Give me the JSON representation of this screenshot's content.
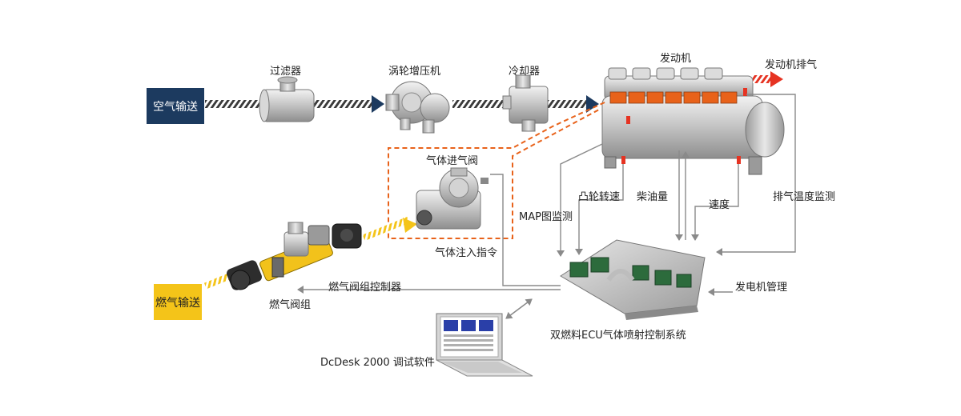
{
  "source_boxes": {
    "air": "空气输送",
    "gas": "燃气输送"
  },
  "components": {
    "filter": "过滤器",
    "turbocharger": "涡轮增压机",
    "cooler": "冷却器",
    "engine": "发动机",
    "engine_exhaust": "发动机排气",
    "gas_inlet_valve": "气体进气阀",
    "gas_valve_group": "燃气阀组",
    "ecu": "双燃料ECU气体喷射控制系统",
    "software": "DcDesk 2000 调试软件"
  },
  "signals": {
    "cam_speed": "凸轮转速",
    "diesel_amount": "柴油量",
    "speed": "速度",
    "exhaust_temp": "排气温度监测",
    "map": "MAP图监测",
    "gas_injection": "气体注入指令",
    "valve_controller": "燃气阀组控制器",
    "generator_mgmt": "发电机管理"
  },
  "colors": {
    "air_box": "#1c3a5f",
    "gas_box": "#f4c419",
    "air_line": "#3a3a3a",
    "gas_line": "#f4c419",
    "dashed_orange": "#e8621a",
    "arrow_navy": "#1c3a5f",
    "signal_line": "#8a8a8a",
    "exhaust_red": "#e63322",
    "ecu_green": "#2c6b3c"
  }
}
